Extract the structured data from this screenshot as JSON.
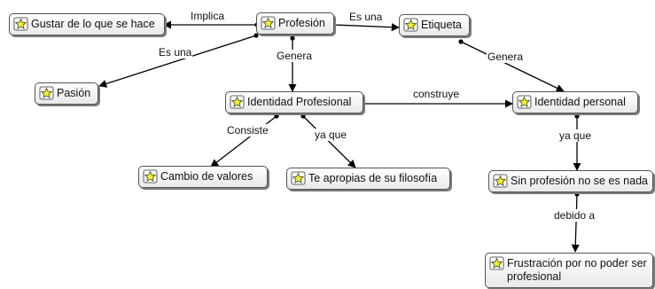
{
  "concepts": {
    "gustar": "Gustar de lo que se hace",
    "profesion": "Profesión",
    "etiqueta": "Etiqueta",
    "pasion": "Pasión",
    "identidad_profesional": "Identidad Profesional",
    "identidad_personal": "Identidad personal",
    "cambio_valores": "Cambio de valores",
    "filosofia": "Te apropias de su filosofía",
    "sin_profesion": "Sin profesión no se es nada",
    "frustracion": "Frustración por no poder ser profesional"
  },
  "links": {
    "implica": "Implica",
    "es_una_etiqueta": "Es una",
    "es_una_pasion": "Es una",
    "genera_identidad_prof": "Genera",
    "genera_identidad_pers": "Genera",
    "construye": "construye",
    "consiste": "Consiste",
    "ya_que_filosofia": "ya que",
    "ya_que_sin_profesion": "ya que",
    "debido_a": "debido a"
  },
  "colors": {
    "node_border": "#555555",
    "node_fill_top": "#ffffff",
    "node_fill_bottom": "#e9e9e9",
    "icon_fill": "#f2f224",
    "line": "#000000"
  },
  "icon": "concept-star-icon"
}
